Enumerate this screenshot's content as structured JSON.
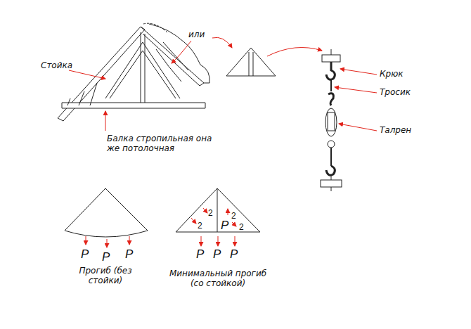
{
  "diagram": {
    "labels": [
      "Стойка",
      "или",
      "Балка стропильная она же потолочная",
      "Крюк",
      "Тросик",
      "Талрен",
      "P",
      "P",
      "P",
      "Прогиб (без стойки)",
      "2",
      "2",
      "P",
      "2",
      "2",
      "P",
      "P",
      "P",
      "Минимальный прогиб (со стойкой)"
    ]
  }
}
